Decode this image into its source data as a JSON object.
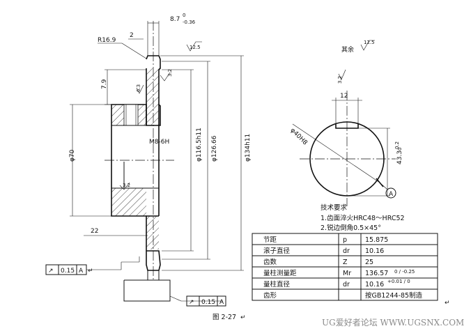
{
  "part_drawing": {
    "dims": {
      "thickness": "8.7",
      "thickness_tol": "0\n-0.36",
      "thickness_tol_top": "0",
      "thickness_tol_bot": "-0.36",
      "radius": "R16.9",
      "chamfer_w": "2",
      "tooth_h": "7.9",
      "angle": "6.3",
      "m_thread": "M8-6H",
      "d70": "φ70",
      "d116": "φ116.5h11",
      "d126": "φ126.66",
      "d134": "φ134h11",
      "len22": "22",
      "rough_side": "3.2",
      "rough_tooth": "12.5",
      "rough_small": "6.3",
      "rough_hub": "3.2"
    },
    "tolerance_frames": [
      {
        "symbol": "↗",
        "value": "0.15",
        "datum": "A"
      },
      {
        "symbol": "↗",
        "value": "0.15",
        "datum": "A"
      }
    ],
    "caption": "图 2-27",
    "return_mark": "↵"
  },
  "section_view": {
    "rest_label": "其余",
    "rest_rough": "12.5",
    "key_rough": "3.2",
    "keyway_w": "12",
    "bore": "φ40H8",
    "keyway_depth": "43.3",
    "keyway_depth_tol": "+0.2\n0",
    "keyway_tol_top": "0.2",
    "keyway_tol_bot": "0",
    "datum": "A"
  },
  "tech_req": {
    "title": "技术要求",
    "line1": "1.齿面淬火HRC48～HRC52",
    "line2": "2.锐边倒角0.5×45°"
  },
  "param_table": {
    "rows": [
      {
        "name": "节距",
        "sym": "p",
        "val": "15.875"
      },
      {
        "name": "滚子直径",
        "sym": "dr",
        "val": "10.16"
      },
      {
        "name": "齿数",
        "sym": "Z",
        "val": "25"
      },
      {
        "name": "量柱测量距",
        "sym": "Mr",
        "val": "136.57",
        "tol": "0 / -0.25"
      },
      {
        "name": "量柱直径",
        "sym": "dr",
        "val": "10.16",
        "tol": "+0.01 / 0"
      },
      {
        "name": "齿形",
        "sym": "",
        "val": "按GB1244-85制造"
      }
    ]
  },
  "watermark": "UG爱好者论坛 WWW.UGSNX.COM",
  "trail_mark": "↵"
}
